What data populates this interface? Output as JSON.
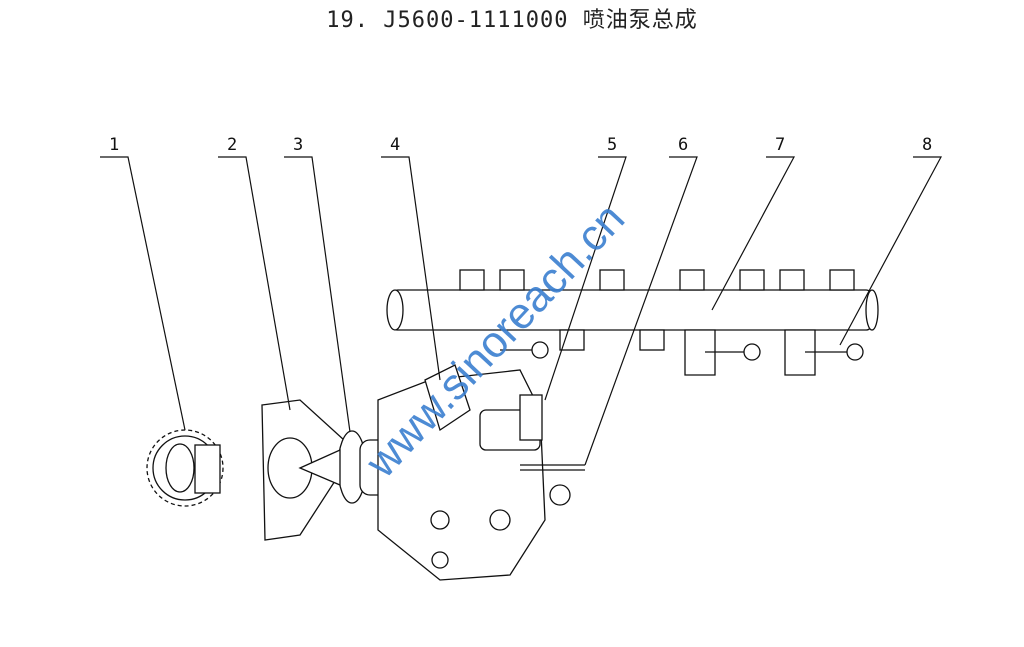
{
  "title": "19. J5600-1111000 喷油泵总成",
  "callouts": [
    "1",
    "2",
    "3",
    "4",
    "5",
    "6",
    "7",
    "8"
  ],
  "watermark": "www.sinoreach.cn",
  "colors": {
    "line": "#111111",
    "watermark": "#3a7fd0"
  }
}
